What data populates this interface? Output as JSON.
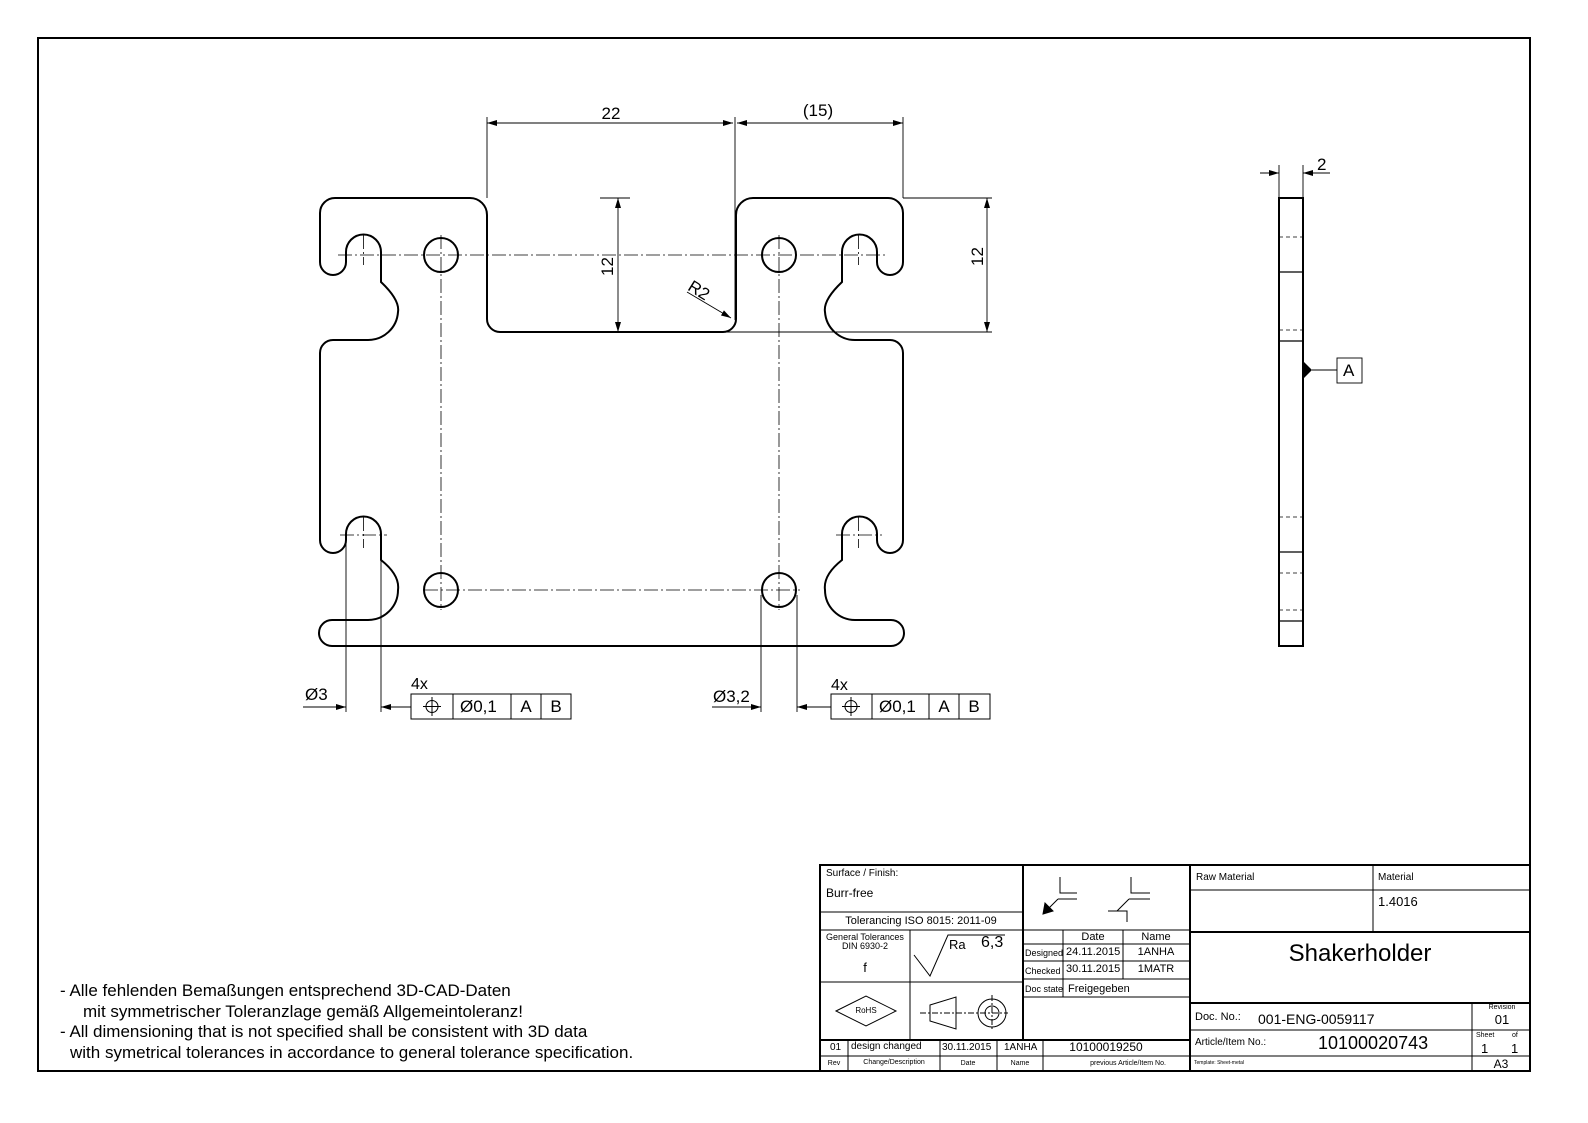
{
  "drawing": {
    "dimensions": {
      "width_notch": "22",
      "width_right": "(15)",
      "notch_depth": "12",
      "depth_right": "12",
      "radius": "R2",
      "thickness": "2",
      "hole_small": "Ø3",
      "hole_large": "Ø3,2"
    },
    "datum_label": "A",
    "tolerance_frames": [
      {
        "count": "4x",
        "symbol": "position-icon",
        "value": "Ø0,1",
        "datum1": "A",
        "datum2": "B"
      },
      {
        "count": "4x",
        "symbol": "position-icon",
        "value": "Ø0,1",
        "datum1": "A",
        "datum2": "B"
      }
    ]
  },
  "notes": [
    "- Alle fehlenden Bemaßungen entsprechend 3D-CAD-Daten",
    "mit symmetrischer Toleranzlage gemäß Allgemeintoleranz!",
    "- All dimensioning that is not specified shall be consistent with 3D data",
    "with symetrical tolerances in accordance to general tolerance specification."
  ],
  "title_block": {
    "surface_label": "Surface / Finish:",
    "surface_value": "Burr-free",
    "tolerancing": "Tolerancing ISO 8015: 2011-09",
    "general_tol_label1": "General Tolerances",
    "general_tol_label2": "DIN 6930-2",
    "general_tol_value": "f",
    "roughness_label": "Ra",
    "roughness_value": "6,3",
    "rohs": "RoHS",
    "date_header": "Date",
    "name_header": "Name",
    "designed_label": "Designed",
    "designed_date": "24.11.2015",
    "designed_name": "1ANHA",
    "checked_label": "Checked",
    "checked_date": "30.11.2015",
    "checked_name": "1MATR",
    "doc_state_label": "Doc state",
    "doc_state_value": "Freigegeben",
    "raw_material_label": "Raw Material",
    "material_label": "Material",
    "material_value": "1.4016",
    "title": "Shakerholder",
    "doc_no_label": "Doc. No.:",
    "doc_no_value": "001-ENG-0059117",
    "revision_label": "Revision",
    "revision_value": "01",
    "article_label": "Article/Item No.:",
    "article_value": "10100020743",
    "sheet_label": "Sheet",
    "of_label": "of",
    "sheet_value": "1",
    "sheet_total": "1",
    "template": "Template: Sheet-metal",
    "format": "A3",
    "revision_row": {
      "rev": "01",
      "description": "design changed",
      "date": "30.11.2015",
      "name": "1ANHA",
      "previous": "10100019250"
    },
    "revision_headers": {
      "rev": "Rev",
      "description": "Change/Description",
      "date": "Date",
      "name": "Name",
      "previous": "previous Article/Item No."
    }
  }
}
